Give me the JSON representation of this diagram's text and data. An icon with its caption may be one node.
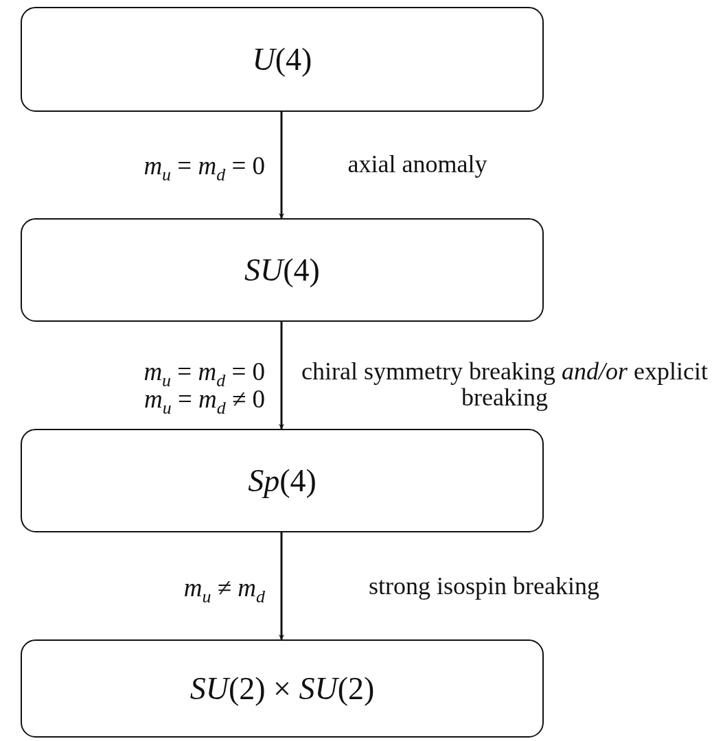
{
  "diagram": {
    "nodes": [
      {
        "text": [
          "*U*(4)"
        ]
      },
      {
        "text": [
          "*SU*(4)"
        ]
      },
      {
        "text": [
          "*Sp*(4)"
        ]
      },
      {
        "text": [
          "*SU*(2) × *SU*(2)"
        ]
      }
    ],
    "edges": [
      {
        "from": 0,
        "to": 1,
        "arrow": "to",
        "label": "axial anomaly"
      },
      {
        "from": 1,
        "to": 2,
        "arrow": "to",
        "label": "chiral symmetry breaking *and/or* explicit breaking"
      },
      {
        "from": 2,
        "to": 3,
        "arrow": "to",
        "label": "strong isospin breaking"
      }
    ],
    "labels": [
      "*m*$_{u}$ = *m*$_{d}$ = 0",
      "*m*$_{u}$ = *m*$_{d}$ = 0",
      "*m*$_{u}$ = *m*$_{d}$ ≠ 0",
      "*m*$_{u}$ ≠ *m*$_{d}$"
    ]
  }
}
